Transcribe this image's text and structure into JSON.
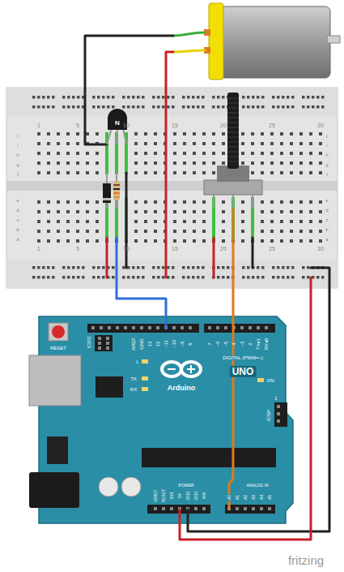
{
  "diagram": {
    "labels": [
      "1",
      "5",
      "10",
      "15",
      "20",
      "25",
      "30",
      "1",
      "5",
      "10",
      "15",
      "20",
      "25",
      "30",
      "j",
      "i",
      "h",
      "g",
      "f",
      "e",
      "d",
      "c",
      "b",
      "a",
      "j",
      "i",
      "h",
      "g",
      "f",
      "e",
      "d",
      "c",
      "b",
      "a",
      "N",
      "RESET",
      "ICSP2",
      "AREF",
      "GND",
      "13",
      "12",
      "~11",
      "~10",
      "~9",
      "8",
      "7",
      "~6",
      "~5",
      "4",
      "~3",
      "2",
      "TX▸1",
      "RX◂0",
      "DIGITAL (PWM=~)",
      "L",
      "TX",
      "RX",
      "UNO",
      "Arduino",
      "ON",
      "1",
      "ICSP",
      "IOREF",
      "RESET",
      "3V3",
      "5V",
      "GND",
      "GND",
      "VIN",
      "POWER",
      "A0",
      "A1",
      "A2",
      "A3",
      "A4",
      "A5",
      "ANALOG IN",
      "fritzing"
    ]
  }
}
